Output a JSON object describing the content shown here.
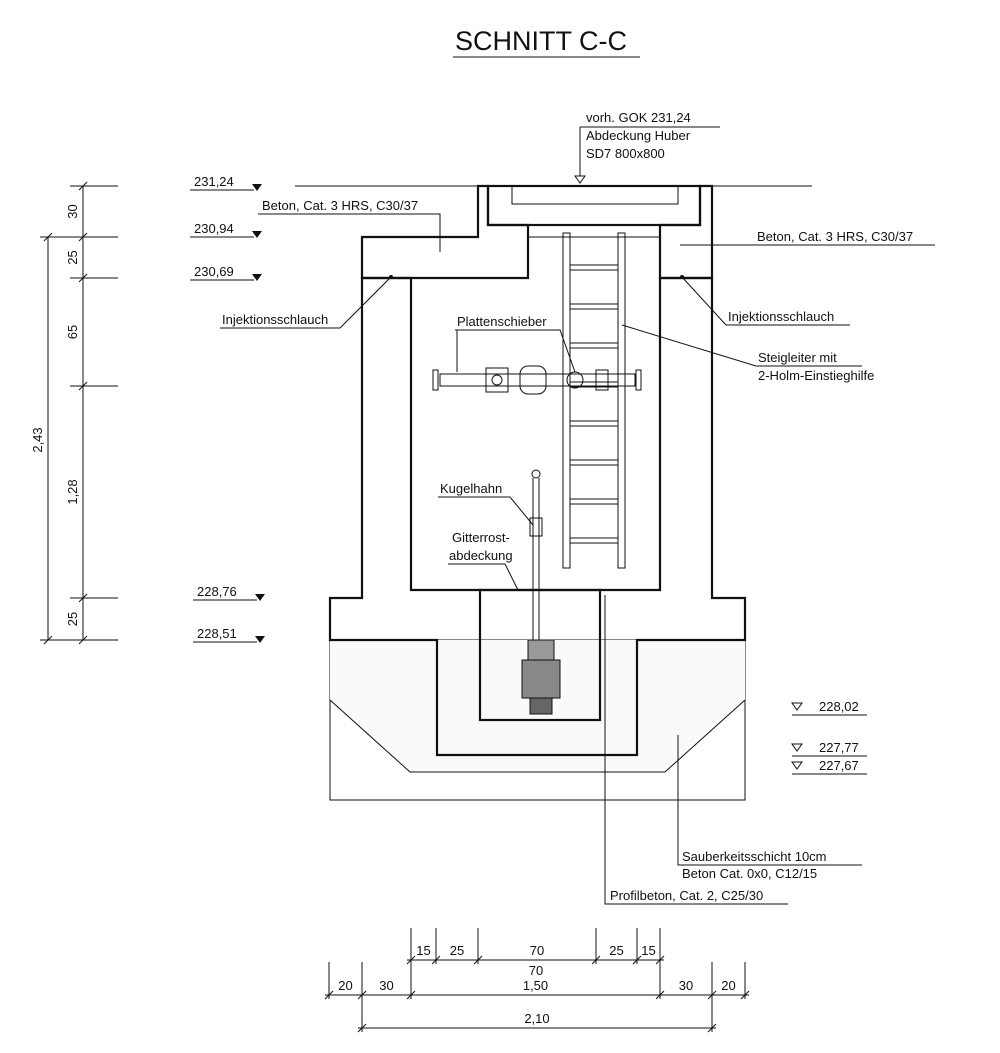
{
  "title": "SCHNITT C-C",
  "top_note": [
    "vorh. GOK 231,24",
    "Abdeckung Huber",
    "SD7 800x800"
  ],
  "labels": {
    "beton_left": "Beton, Cat. 3 HRS, C30/37",
    "beton_right": "Beton, Cat. 3 HRS, C30/37",
    "injektion_left": "Injektionsschlauch",
    "injektion_right": "Injektionsschlauch",
    "plattenschieber": "Plattenschieber",
    "steigleiter": [
      "Steigleiter mit",
      "2-Holm-Einstieghilfe"
    ],
    "kugelhahn": "Kugelhahn",
    "gitterrost": [
      "Gitterrost-",
      "abdeckung"
    ],
    "sauberkeit": [
      "Sauberkeitsschicht 10cm",
      "Beton Cat. 0x0, C12/15"
    ],
    "profilbeton": "Profilbeton, Cat. 2, C25/30"
  },
  "levels_left": [
    "231,24",
    "230,94",
    "230,69",
    "228,76",
    "228,51"
  ],
  "levels_right": [
    "228,02",
    "227,77",
    "227,67"
  ],
  "dims_vertical": [
    "30",
    "25",
    "65",
    "1,28",
    "25"
  ],
  "dim_total_vertical": "2,43",
  "dims_bottom_row1": [
    "15",
    "25",
    "70",
    "25",
    "15"
  ],
  "dim_inner": "70",
  "dims_bottom_row2": [
    "20",
    "30",
    "1,50",
    "30",
    "20"
  ],
  "dim_total_bottom": "2,10"
}
